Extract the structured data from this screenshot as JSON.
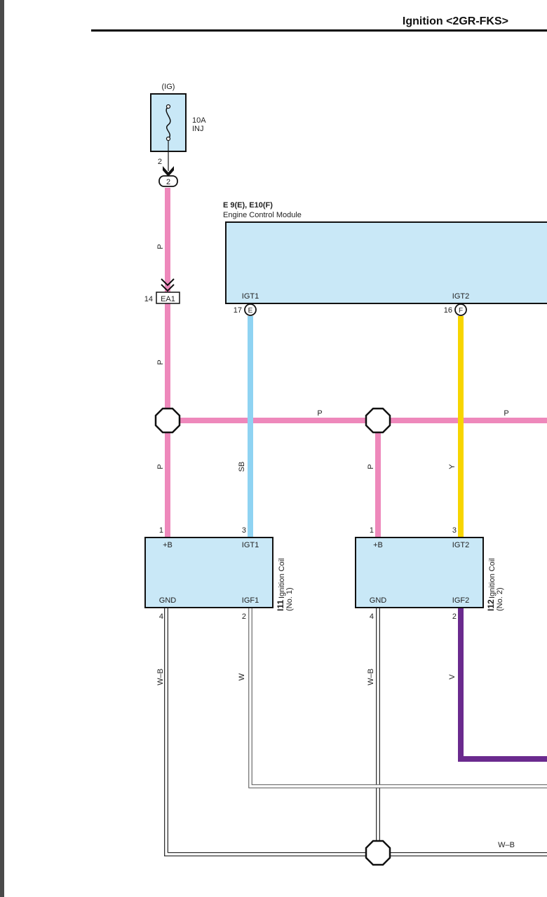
{
  "header": {
    "title": "Ignition <2GR-FKS>"
  },
  "colors": {
    "wire_pink": "#ee88bb",
    "wire_sky_blue": "#8fd3f2",
    "wire_yellow": "#f7d500",
    "wire_violet": "#6a2a8e",
    "component_fill": "#c9e8f7",
    "outline": "#111111"
  },
  "fuse": {
    "power_source": "(IG)",
    "rating": "10A",
    "name": "INJ",
    "pin": "2",
    "connector_pin": "2"
  },
  "connector_ea1": {
    "label": "EA1",
    "pin": "14"
  },
  "ecm": {
    "title": "E 9(E), E10(F)",
    "name": "Engine Control Module",
    "igt1": {
      "label": "IGT1",
      "pin": "17",
      "connector": "E"
    },
    "igt2": {
      "label": "IGT2",
      "pin": "16",
      "connector": "F"
    }
  },
  "coil1": {
    "code": "I11",
    "name": "Ignition Coil",
    "number": "(No. 1)",
    "b": "+B",
    "igt": "IGT1",
    "gnd": "GND",
    "igf": "IGF1",
    "pin_b": "1",
    "pin_igt": "3",
    "pin_gnd": "4",
    "pin_igf": "2"
  },
  "coil2": {
    "code": "I12",
    "name": "Ignition Coil",
    "number": "(No. 2)",
    "b": "+B",
    "igt": "IGT2",
    "gnd": "GND",
    "igf": "IGF2",
    "pin_b": "1",
    "pin_igt": "3",
    "pin_gnd": "4",
    "pin_igf": "2"
  },
  "wire_labels": {
    "p1": "P",
    "p2": "P",
    "p3": "P",
    "p_h1": "P",
    "p_h2": "P",
    "p4": "P",
    "sb": "SB",
    "y": "Y",
    "wb1": "W–B",
    "w": "W",
    "wb2": "W–B",
    "v": "V",
    "wb3": "W–B"
  }
}
